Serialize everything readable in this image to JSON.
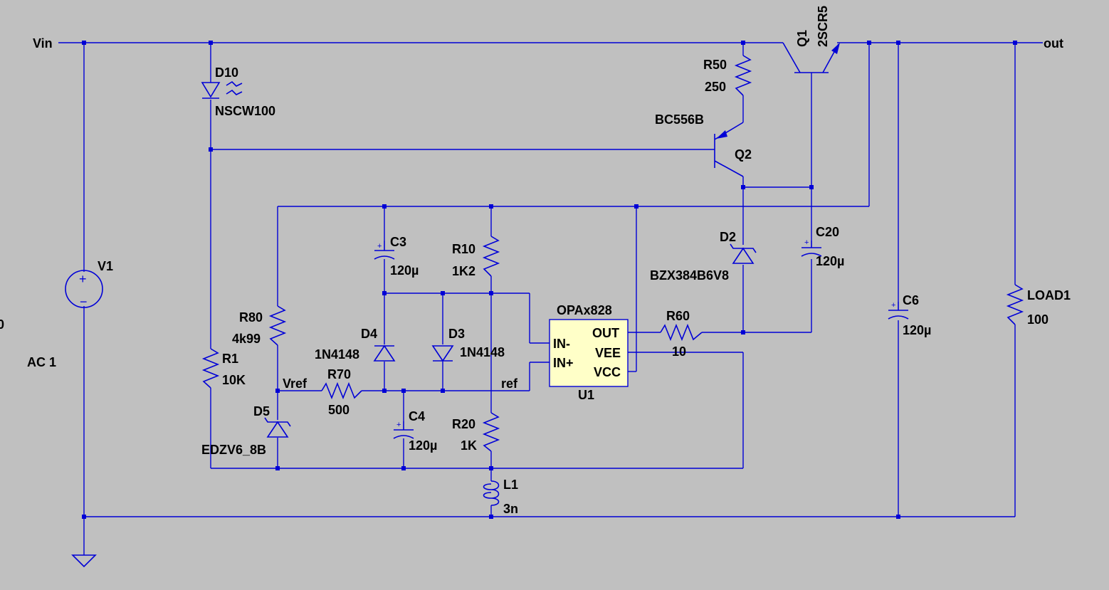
{
  "nets": {
    "vin": "Vin",
    "out": "out",
    "vref": "Vref",
    "ref": "ref"
  },
  "components": {
    "V1": {
      "name": "V1",
      "value": "AC 1"
    },
    "D10": {
      "name": "D10",
      "value": "NSCW100"
    },
    "R1": {
      "name": "R1",
      "value": "10K"
    },
    "R80": {
      "name": "R80",
      "value": "4k99"
    },
    "D5": {
      "name": "D5",
      "value": "EDZV6_8B"
    },
    "R70": {
      "name": "R70",
      "value": "500"
    },
    "C3": {
      "name": "C3",
      "value": "120µ"
    },
    "C4": {
      "name": "C4",
      "value": "120µ"
    },
    "D4": {
      "name": "D4",
      "value": "1N4148"
    },
    "D3": {
      "name": "D3",
      "value": "1N4148"
    },
    "R10": {
      "name": "R10",
      "value": "1K2"
    },
    "R20": {
      "name": "R20",
      "value": "1K"
    },
    "L1": {
      "name": "L1",
      "value": "3n"
    },
    "U1": {
      "name": "U1",
      "value": "OPAx828",
      "pins": {
        "in_minus": "IN-",
        "in_plus": "IN+",
        "out": "OUT",
        "vee": "VEE",
        "vcc": "VCC"
      }
    },
    "R60": {
      "name": "R60",
      "value": "10"
    },
    "R50": {
      "name": "R50",
      "value": "250"
    },
    "Q2": {
      "name": "Q2",
      "value": "BC556B"
    },
    "Q1": {
      "name": "Q1",
      "value": "2SCR5"
    },
    "D2": {
      "name": "D2",
      "value": "BZX384B6V8"
    },
    "C20": {
      "name": "C20",
      "value": "120µ"
    },
    "C6": {
      "name": "C6",
      "value": "120µ"
    },
    "LOAD1": {
      "name": "LOAD1",
      "value": "100"
    }
  },
  "misc": {
    "left_edge_text": "0",
    "plus": "+",
    "minus": "−"
  },
  "colors": {
    "background": "#c0c0c0",
    "wire": "#0000d6",
    "ic_fill": "#ffffc8",
    "text": "#000000"
  }
}
